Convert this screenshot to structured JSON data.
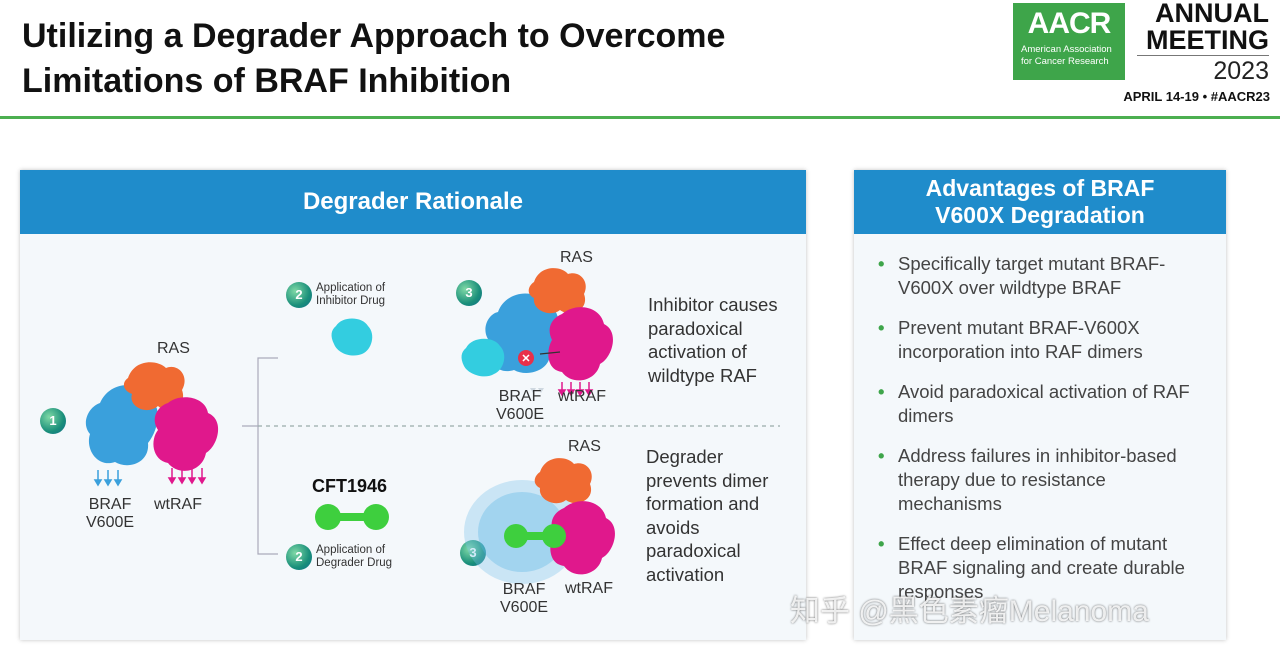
{
  "header": {
    "title_line1": "Utilizing a Degrader Approach to Overcome",
    "title_line2": "Limitations of BRAF Inhibition",
    "logo_word": "AACR",
    "logo_line1": "American Association",
    "logo_line2": "for Cancer Research",
    "annual_line1": "ANNUAL",
    "annual_line2": "MEETING",
    "annual_year": "2023",
    "dates": "APRIL 14-19 • #AACR23"
  },
  "left_panel": {
    "title": "Degrader Rationale",
    "step1": "1",
    "step2": "2",
    "step3": "3",
    "ras": "RAS",
    "braf_l1": "BRAF",
    "braf_l2": "V600E",
    "wtraf": "wtRAF",
    "inhibitor_app_l1": "Application of",
    "inhibitor_app_l2": "Inhibitor Drug",
    "degrader_app_l1": "Application of",
    "degrader_app_l2": "Degrader Drug",
    "cft": "CFT1946",
    "inhibitor_desc": [
      "Inhibitor causes",
      "paradoxical",
      "activation of",
      "wildtype RAF"
    ],
    "degrader_desc": [
      "Degrader",
      "prevents dimer",
      "formation and",
      "avoids",
      "paradoxical",
      "activation"
    ]
  },
  "right_panel": {
    "title_l1": "Advantages of BRAF",
    "title_l2": "V600X Degradation",
    "items": [
      "Specifically target mutant BRAF-V600X over wildtype BRAF",
      "Prevent mutant BRAF-V600X incorporation into RAF dimers",
      "Avoid paradoxical activation of RAF dimers",
      "Address failures in inhibitor-based therapy due to resistance mechanisms",
      "Effect deep elimination of mutant BRAF signaling and create durable responses"
    ]
  },
  "watermark": "知乎 @黑色素瘤Melanoma",
  "colors": {
    "accent_blue": "#1f8ccb",
    "aacr_green": "#3ea54a",
    "braf_blue": "#3aa0dc",
    "ras_orange": "#f06a32",
    "wtraf_magenta": "#e0188c",
    "inhibitor_cyan": "#33cde0",
    "degrader_green": "#3ecf3e"
  }
}
